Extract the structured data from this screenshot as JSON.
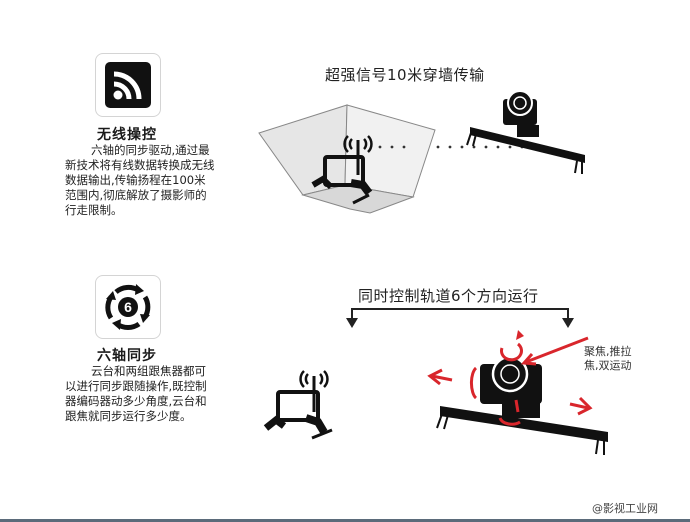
{
  "features": [
    {
      "icon": "wifi-signal-icon",
      "title": "无线操控",
      "description": "六轴的同步驱动,通过最新技术将有线数据转换成无线数据输出,传输扬程在100米范围内,彻底解放了摄影师的行走限制。"
    },
    {
      "icon": "six-axis-rotation-icon",
      "icon_label": "6",
      "title": "六轴同步",
      "description": "云台和两组跟焦器都可以进行同步跟随操作,既控制器编码器动多少角度,云台和跟焦就同步运行多少度。"
    }
  ],
  "illustrations": {
    "top": {
      "caption": "超强信号10米穿墙传输"
    },
    "bottom": {
      "caption": "同时控制轨道6个方向运行",
      "note_line1": "聚焦,推拉",
      "note_line2": "焦,双运动"
    }
  },
  "colors": {
    "accent_red": "#d9262c",
    "wall_gray": "#e3e3e3",
    "ink": "#111111"
  },
  "watermark": "@影视工业网"
}
